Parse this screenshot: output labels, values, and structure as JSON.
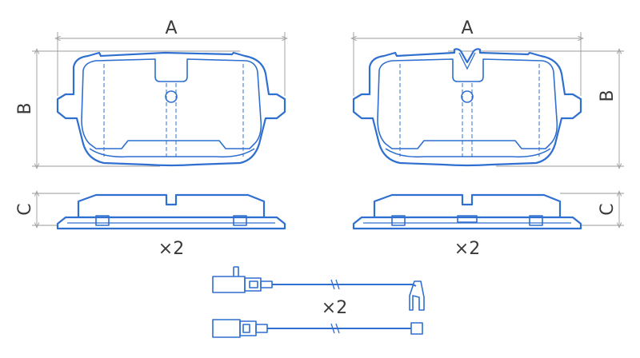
{
  "labels": {
    "left_width": "A",
    "left_height": "B",
    "left_thickness": "C",
    "right_width": "A",
    "right_height": "B",
    "right_thickness": "C"
  },
  "quantities": {
    "left_pad": "×2",
    "right_pad": "×2",
    "sensor": "×2"
  },
  "colors": {
    "outline": "#2f6fd0",
    "dimension": "#9a9a9a",
    "text": "#3a3a3a"
  }
}
